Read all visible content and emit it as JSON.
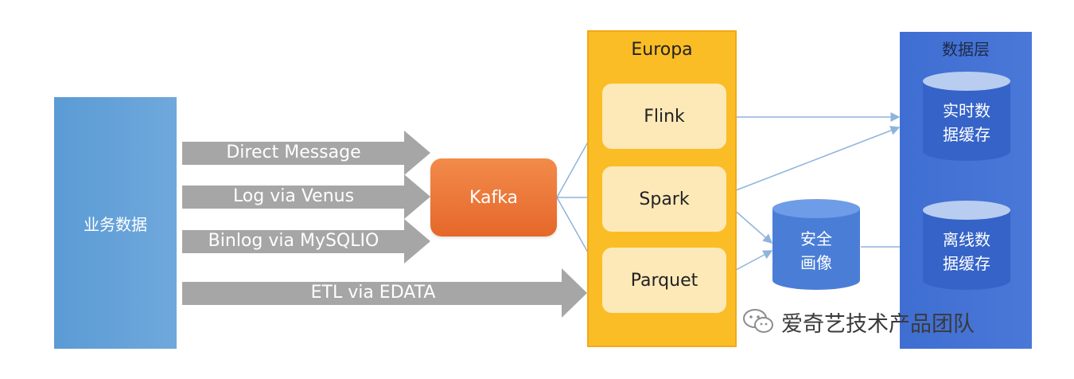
{
  "source": {
    "label": "业务数据"
  },
  "ingest_paths": [
    {
      "label": "Direct Message"
    },
    {
      "label": "Log via Venus"
    },
    {
      "label": "Binlog via MySQLIO"
    },
    {
      "label": "ETL via EDATA"
    }
  ],
  "kafka": {
    "label": "Kafka"
  },
  "europa": {
    "title": "Europa",
    "engines": [
      {
        "label": "Flink"
      },
      {
        "label": "Spark"
      },
      {
        "label": "Parquet"
      }
    ]
  },
  "security_profile": {
    "label_line1": "安全",
    "label_line2": "画像"
  },
  "data_layer": {
    "title": "数据层",
    "stores": [
      {
        "label_line1": "实时数",
        "label_line2": "据缓存"
      },
      {
        "label_line1": "离线数",
        "label_line2": "据缓存"
      }
    ]
  },
  "watermark": {
    "text": "爱奇艺技术产品团队"
  },
  "colors": {
    "blue": "#5b9bd5",
    "orange": "#ed7d31",
    "yellow": "#fbbd26",
    "engine_fill": "#fde9b8",
    "gray_arrow": "#a6a6a6",
    "connector": "#8fb4dc"
  }
}
